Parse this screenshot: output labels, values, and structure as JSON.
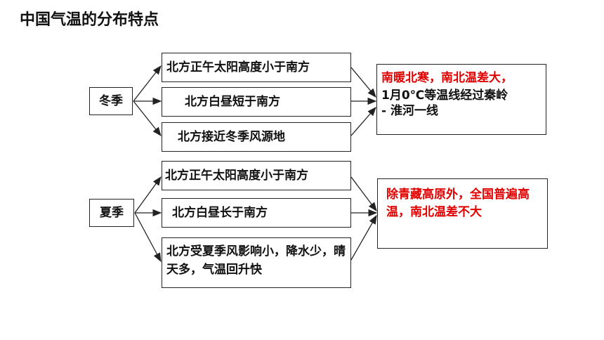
{
  "title": "中国气温的分布特点",
  "winter": {
    "season": "冬季",
    "reasons": [
      "北方正午太阳高度小于南方",
      "北方白昼短于南方",
      "北方接近冬季风源地"
    ],
    "result_red": "南暖北寒，南北温差大，",
    "result_black_1": "1月0℃等温线经过秦岭",
    "result_black_2": " - 淮河一线"
  },
  "summer": {
    "season": "夏季",
    "reasons": [
      "北方正午太阳高度小于南方",
      "北方白昼长于南方",
      "北方受夏季风影响小，降水少，晴天多，气温回升快"
    ],
    "result": "除青藏高原外，全国普遍高温，南北温差不大"
  },
  "colors": {
    "highlight": "#e00000",
    "border": "#222222"
  }
}
